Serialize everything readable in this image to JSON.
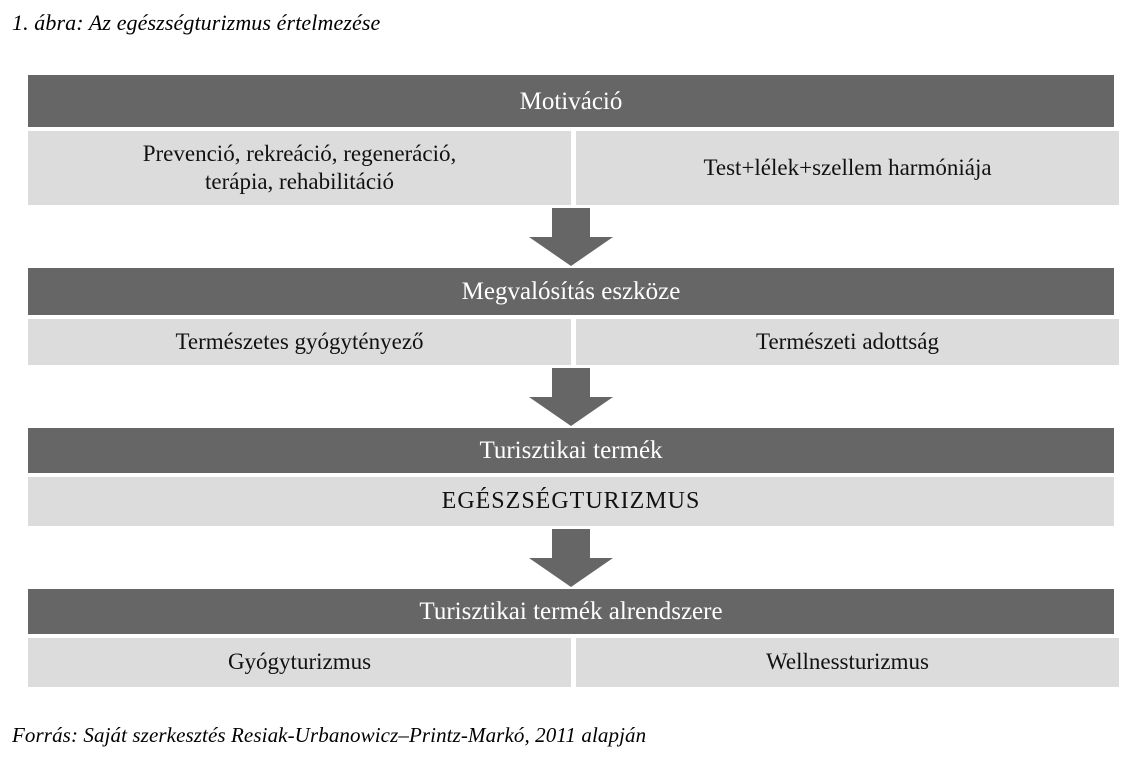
{
  "figure": {
    "title": "1. ábra: Az egészségturizmus értelmezése",
    "source": "Forrás: Saját szerkesztés Resiak-Urbanowicz–Printz-Markó, 2011 alapján"
  },
  "colors": {
    "header_background": "#666666",
    "header_text": "#ffffff",
    "cell_background": "#dcdcdc",
    "cell_text": "#111111",
    "arrow": "#666666",
    "page_background": "#ffffff"
  },
  "chart_data": {
    "type": "diagram",
    "title": "1. ábra: Az egészségturizmus értelmezése",
    "orientation": "vertical-flow",
    "connector": "down-arrow",
    "levels": [
      {
        "header": "Motiváció",
        "cells": [
          "Prevenció, rekreáció, regeneráció, terápia, rehabilitáció",
          "Test+lélek+szellem harmóniája"
        ]
      },
      {
        "header": "Megvalósítás eszköze",
        "cells": [
          "Természetes gyógytényező",
          "Természeti adottság"
        ]
      },
      {
        "header": "Turisztikai termék",
        "cells": [
          "EGÉSZSÉGTURIZMUS"
        ]
      },
      {
        "header": "Turisztikai termék alrendszere",
        "cells": [
          "Gyógyturizmus",
          "Wellnessturizmus"
        ]
      }
    ]
  },
  "blocks": {
    "motivation": {
      "header": "Motiváció",
      "left_cell_line1": "Prevenció, rekreáció, regeneráció,",
      "left_cell_line2": "terápia, rehabilitáció",
      "right_cell": "Test+lélek+szellem harmóniája"
    },
    "means": {
      "header": "Megvalósítás eszköze",
      "left_cell": "Természetes gyógytényező",
      "right_cell": "Természeti adottság"
    },
    "product": {
      "header": "Turisztikai termék",
      "cell": "EGÉSZSÉGTURIZMUS"
    },
    "subsystem": {
      "header": "Turisztikai termék alrendszere",
      "left_cell": "Gyógyturizmus",
      "right_cell": "Wellnessturizmus"
    }
  },
  "icons": {
    "arrow_down": "down-arrow-icon"
  }
}
